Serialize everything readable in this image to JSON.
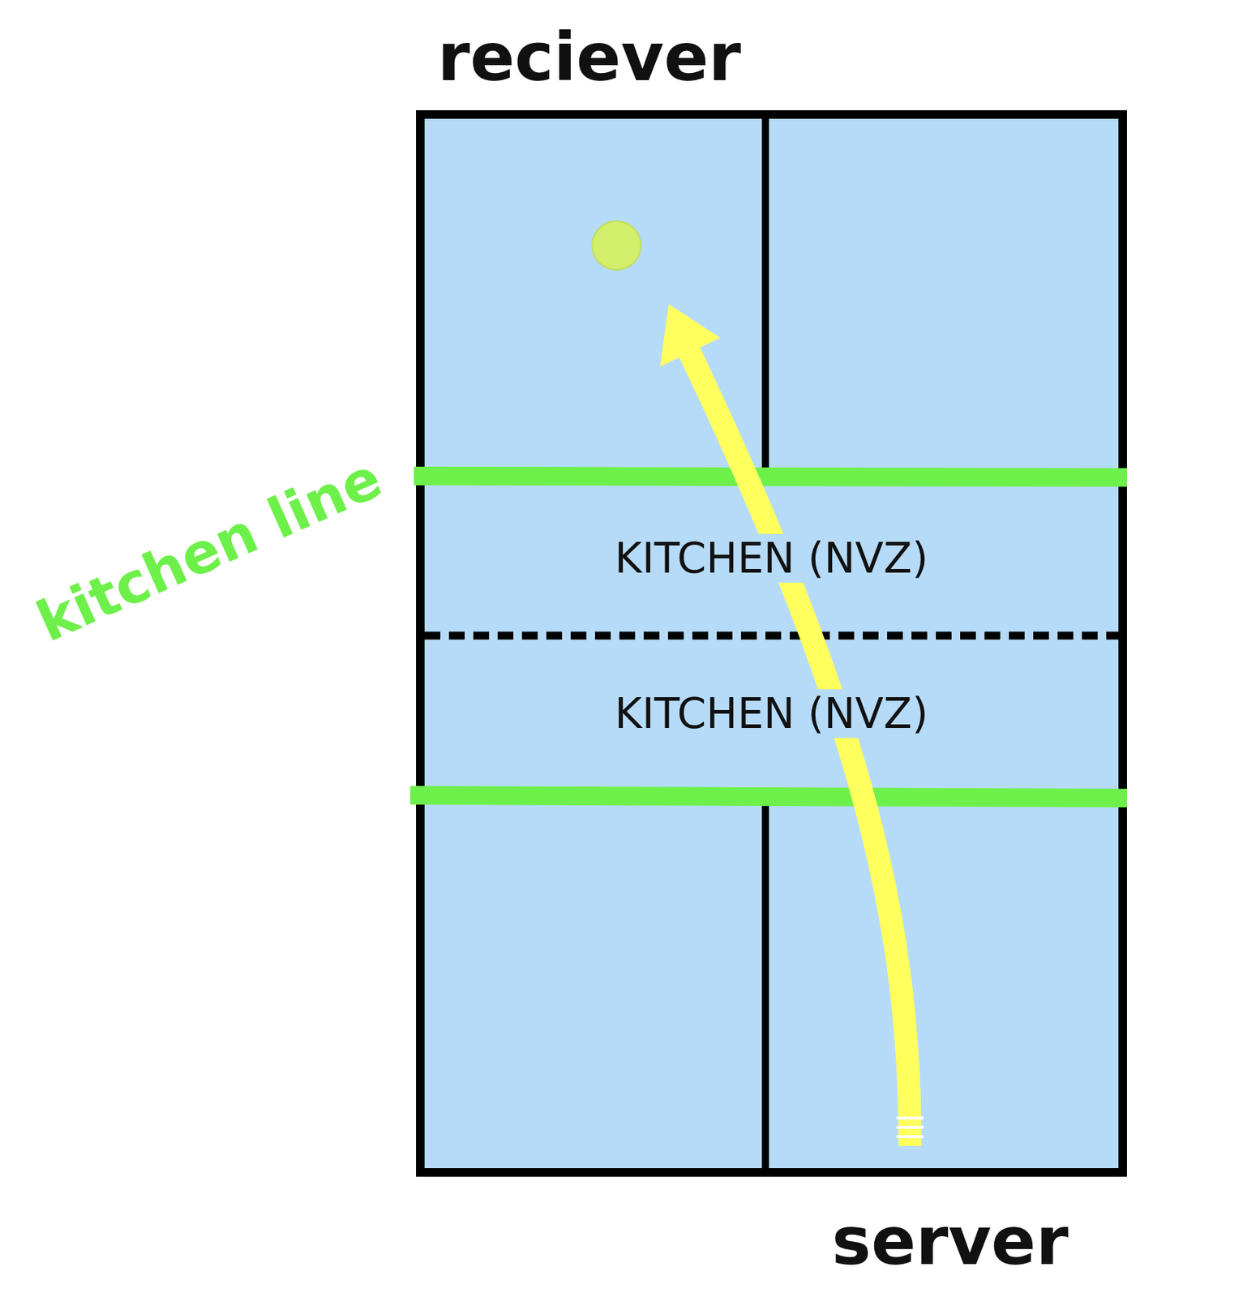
{
  "diagram": {
    "nodes": [
      {
        "text": [
          "KITCHEN (NVZ)"
        ]
      },
      {
        "text": [
          "KITCHEN (NVZ)"
        ]
      }
    ],
    "labels": [
      "reciever",
      "kitchen line",
      "server"
    ]
  }
}
